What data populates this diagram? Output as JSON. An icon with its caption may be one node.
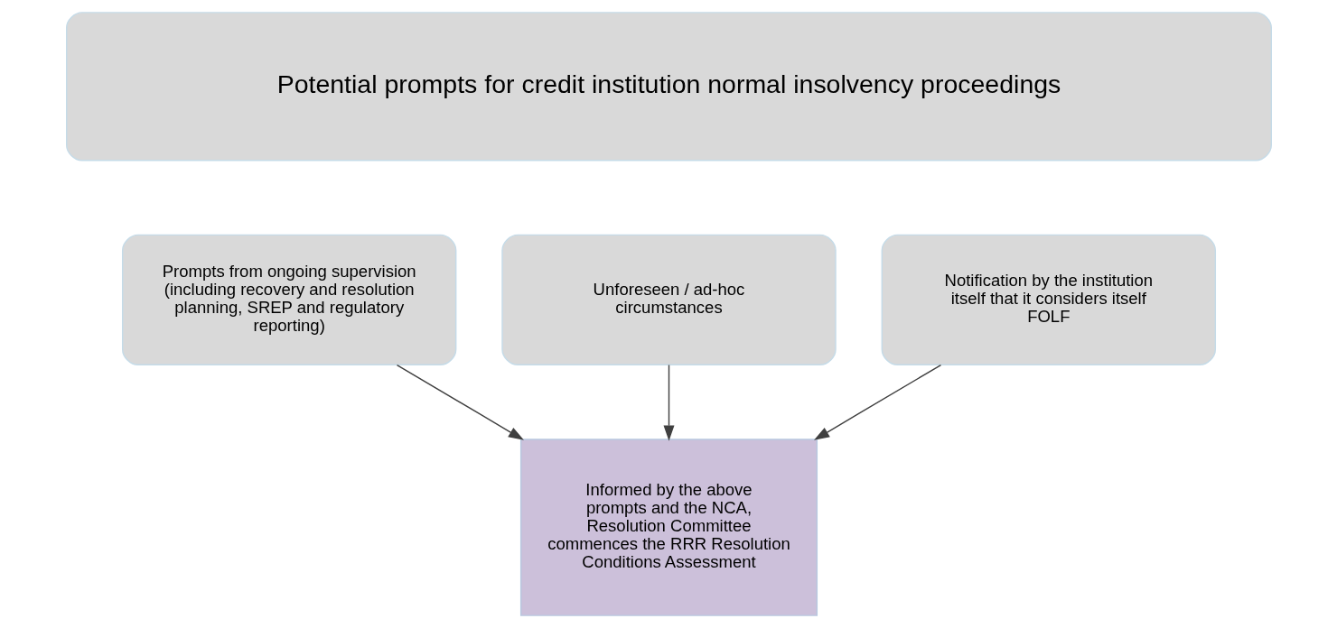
{
  "diagram": {
    "nodes": [
      {
        "text": [
          "Potential prompts for credit institution normal insolvency proceedings"
        ]
      },
      {
        "text": [
          "Prompts from ongoing supervision (including recovery and resolution planning, SREP and regulatory reporting)"
        ]
      },
      {
        "text": [
          "Unforeseen / ad-hoc circumstances"
        ]
      },
      {
        "text": [
          "Notification by the institution itself that it considers itself FOLF"
        ]
      },
      {
        "text": [
          "Informed by the above prompts and the NCA, Resolution Committee commences the RRR Resolution Conditions Assessment"
        ]
      }
    ],
    "edges": [
      {
        "from": 1,
        "to": 4,
        "arrow": "to"
      },
      {
        "from": 2,
        "to": 4,
        "arrow": "to"
      },
      {
        "from": 3,
        "to": 4,
        "arrow": "to"
      }
    ]
  }
}
